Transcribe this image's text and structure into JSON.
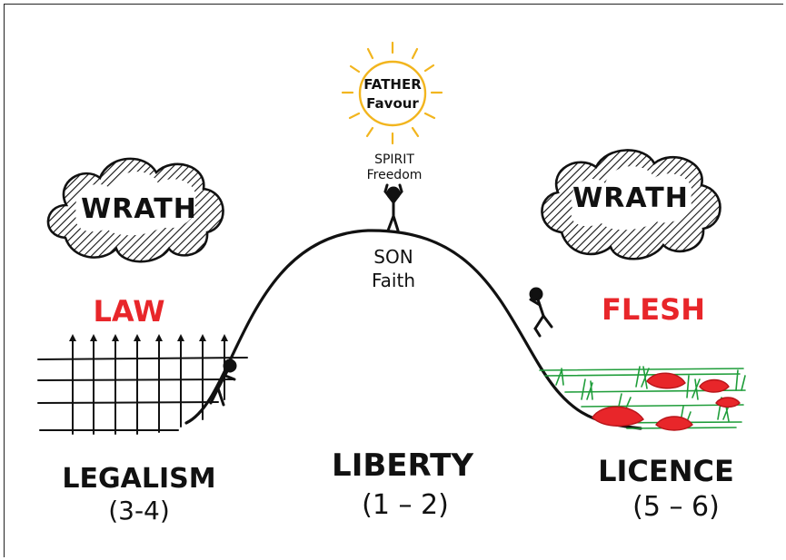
{
  "sun": {
    "line1": "FATHER",
    "line2": "Favour",
    "color": "#f2b51e"
  },
  "summit": {
    "line1": "SPIRIT",
    "line2": "Freedom"
  },
  "hill_label": {
    "line1": "SON",
    "line2": "Faith"
  },
  "clouds": {
    "left": "WRATH",
    "right": "WRATH"
  },
  "left": {
    "heading": "LAW",
    "title": "LEGALISM",
    "range": "(3-4)"
  },
  "middle": {
    "title": "LIBERTY",
    "range": "(1 – 2)"
  },
  "right": {
    "heading": "FLESH",
    "title": "LICENCE",
    "range": "(5 – 6)"
  },
  "colors": {
    "accent_red": "#e8262a",
    "grass_green": "#1f9d3a",
    "ink": "#111111"
  }
}
